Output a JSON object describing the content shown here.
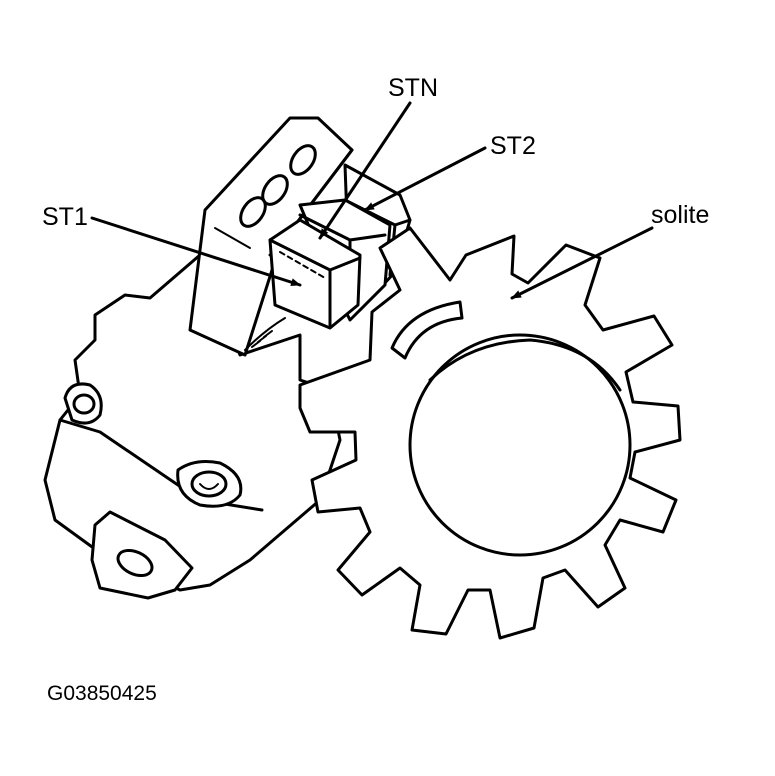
{
  "labels": {
    "stn": "STN",
    "st2": "ST2",
    "st1": "ST1",
    "solite": "solite"
  },
  "figure_code": "G03850425"
}
